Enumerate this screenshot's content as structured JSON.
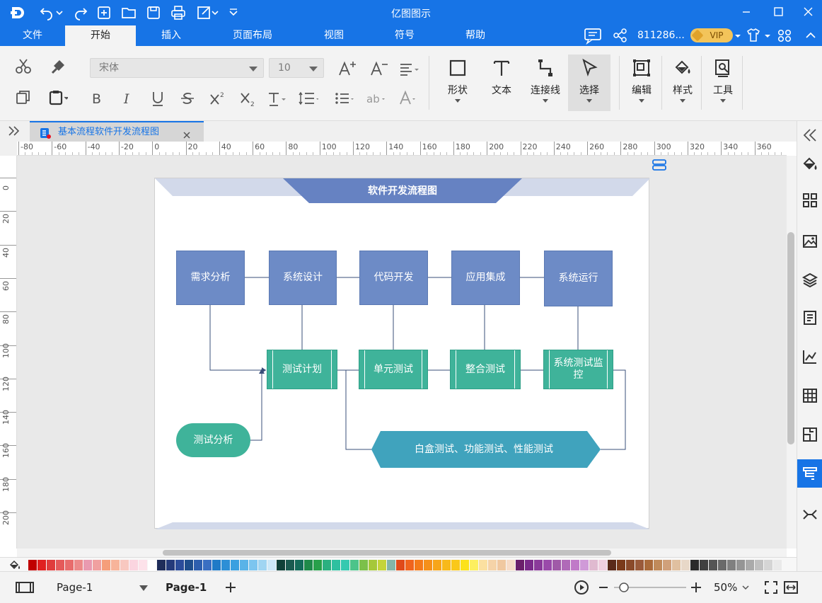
{
  "app": {
    "title": "亿图图示"
  },
  "menu": {
    "tabs": [
      {
        "label": "文件"
      },
      {
        "label": "开始"
      },
      {
        "label": "插入"
      },
      {
        "label": "页面布局"
      },
      {
        "label": "视图"
      },
      {
        "label": "符号"
      },
      {
        "label": "帮助"
      }
    ],
    "active_tab": "开始",
    "user": "811286...",
    "vip": "VIP"
  },
  "ribbon": {
    "font_name": "宋体",
    "font_size": "10",
    "tools": [
      {
        "label": "形状"
      },
      {
        "label": "文本"
      },
      {
        "label": "连接线"
      },
      {
        "label": "选择"
      },
      {
        "label": "编辑"
      },
      {
        "label": "样式"
      },
      {
        "label": "工具"
      }
    ]
  },
  "document": {
    "tab_title": "基本流程软件开发流程图"
  },
  "rulers": {
    "h": [
      "-80",
      "-60",
      "-40",
      "-20",
      "0",
      "20",
      "40",
      "60",
      "80",
      "100",
      "120",
      "140",
      "160",
      "180",
      "200",
      "220",
      "240",
      "260",
      "280",
      "300",
      "320",
      "340",
      "360"
    ],
    "v": [
      "0",
      "20",
      "40",
      "60",
      "80",
      "100",
      "120",
      "140",
      "160",
      "180",
      "200"
    ]
  },
  "diagram": {
    "title": "软件开发流程图",
    "process": [
      "需求分析",
      "系统设计",
      "代码开发",
      "应用集成",
      "系统运行"
    ],
    "tests": [
      "测试计划",
      "单元测试",
      "整合测试",
      "系统测试监控"
    ],
    "start": "测试分析",
    "hexagon": "白盒测试、功能测试、性能测试"
  },
  "colors": {
    "brand": "#1774e6",
    "process_fill": "#6d8bc6",
    "test_fill": "#3fb39a",
    "hexagon_fill": "#40a3bd",
    "header_fill": "#6682c2",
    "header_band": "#d2d9ea"
  },
  "palette": [
    "#c00000",
    "#e02020",
    "#e03c3c",
    "#e55a5a",
    "#e86c6c",
    "#ec8a8a",
    "#e99ab0",
    "#f0a0a0",
    "#f59e7a",
    "#f7b49a",
    "#f8c8c0",
    "#fbd5e0",
    "#fde2ea",
    "#ffffff",
    "#1f2d5a",
    "#243a7a",
    "#2b4c9a",
    "#1f4e8c",
    "#2e5fae",
    "#3a6fc2",
    "#1f7ac7",
    "#2d8fd6",
    "#3aa0e0",
    "#59b3e8",
    "#7cc5ef",
    "#a0d5f2",
    "#cde8f8",
    "#0f4038",
    "#1a5a50",
    "#146b5a",
    "#1f8a4a",
    "#27a04a",
    "#2bb080",
    "#2ec0a0",
    "#35c9b0",
    "#4cc48a",
    "#7cc04a",
    "#a6c83a",
    "#c4d43a",
    "#84b4a8",
    "#e04a1a",
    "#f0641e",
    "#f47a1a",
    "#f5901a",
    "#f7a51a",
    "#f8b91a",
    "#fac81a",
    "#fce21a",
    "#fdef60",
    "#fbe0a0",
    "#f5d3a8",
    "#f0c8a0",
    "#f7dcc8",
    "#6b1f6b",
    "#7a2a8a",
    "#8a3a9a",
    "#9a4aaa",
    "#a05aa8",
    "#b06ab8",
    "#c07ac8",
    "#d09ad8",
    "#e0bad0",
    "#f0d0e0",
    "#5a2a1a",
    "#7a3a1a",
    "#8a4a2a",
    "#9a5a3a",
    "#aa6a3a",
    "#c08a5a",
    "#d0a07a",
    "#e0c0a0",
    "#e8d8c8",
    "#2a2a2a",
    "#404040",
    "#555555",
    "#6a6a6a",
    "#808080",
    "#959595",
    "#aaaaaa",
    "#c0c0c0",
    "#d5d5d5",
    "#eaeaea"
  ],
  "status": {
    "page_selector": "Page-1",
    "current_page": "Page-1",
    "zoom": "50%"
  }
}
